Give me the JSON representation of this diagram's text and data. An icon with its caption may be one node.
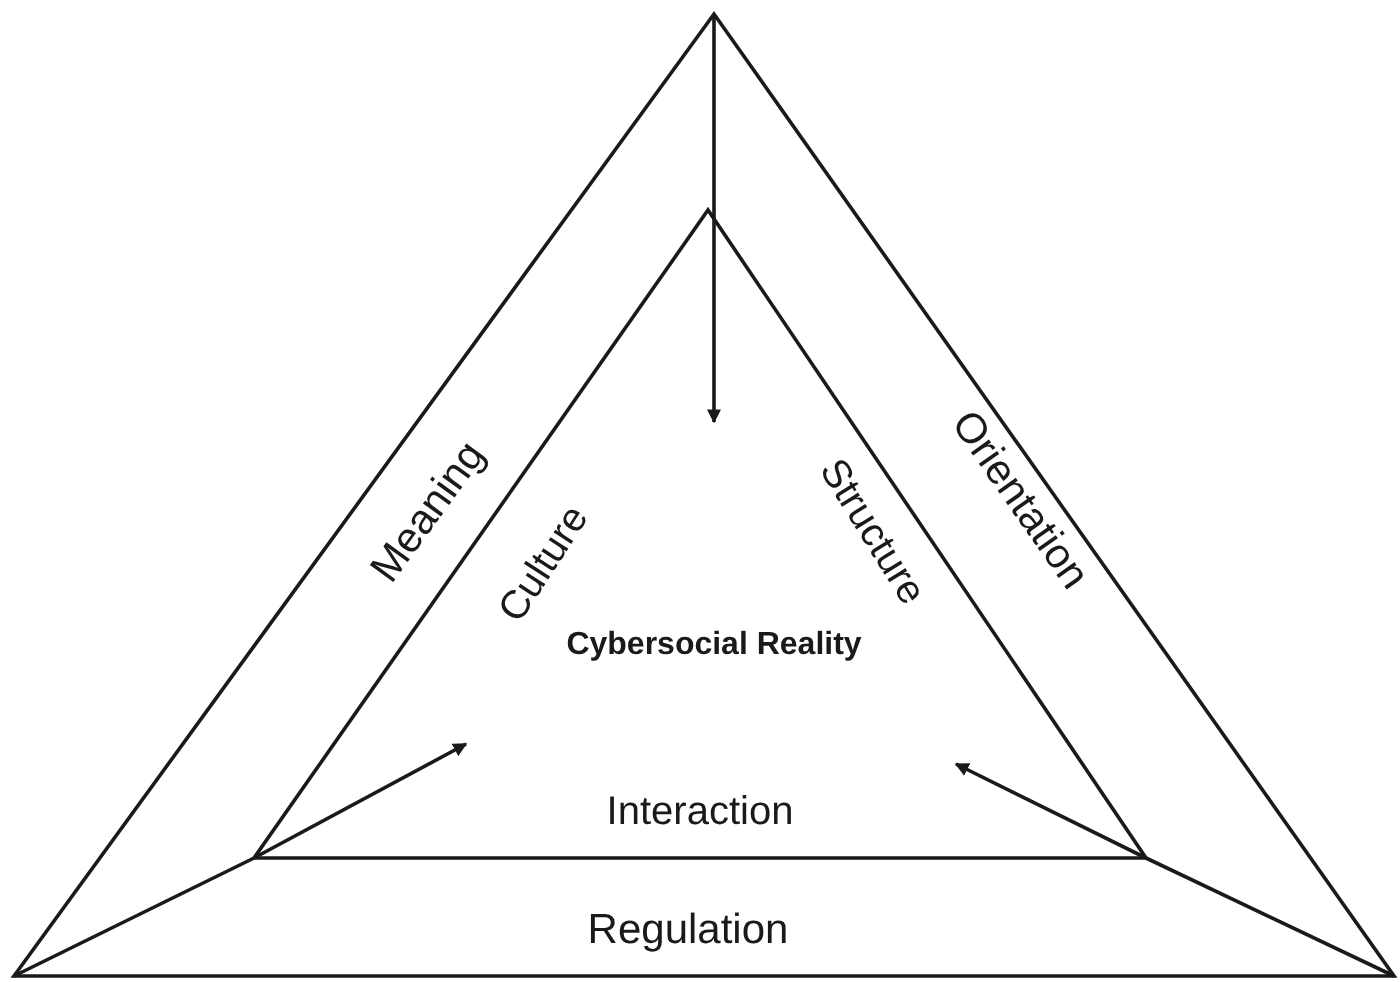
{
  "diagram": {
    "nodes": [
      {
        "text": [
          "Meaning",
          "Orientation",
          "Regulation"
        ]
      },
      {
        "text": [
          "Culture",
          "Structure",
          "Interaction"
        ],
        "in": 0
      },
      {
        "text": [
          "Cybersocial Reality"
        ],
        "in": 1
      }
    ],
    "edges": [
      {
        "from": 0,
        "to": 1,
        "arrow": "to"
      },
      {
        "from": 0,
        "to": 1,
        "arrow": "to"
      },
      {
        "from": 0,
        "to": 1,
        "arrow": "to"
      }
    ]
  }
}
